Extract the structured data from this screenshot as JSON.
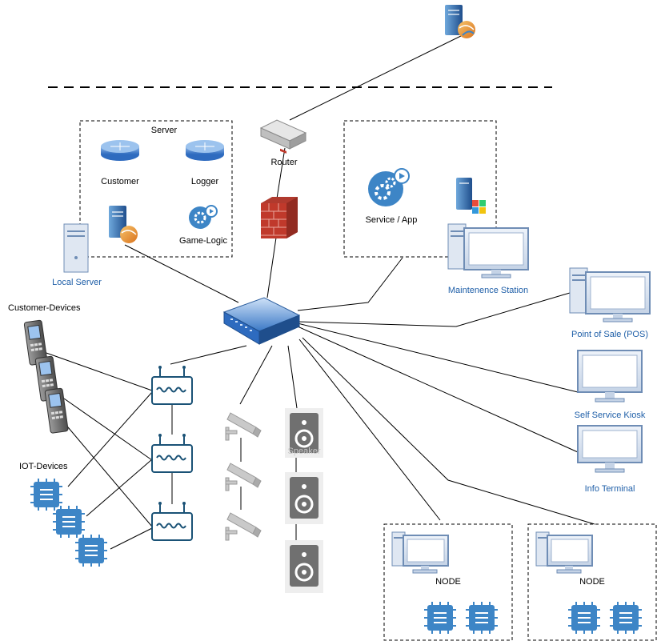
{
  "groups": {
    "server": "Server",
    "customer_devices": "Customer-Devices",
    "iot_devices": "IOT-Devices"
  },
  "nodes": {
    "customer_db": "Customer",
    "logger_db": "Logger",
    "game_logic": "Game-Logic",
    "local_server": "Local Server",
    "router": "Router",
    "service_app": "Service / App",
    "maintenance_station": "Maintenence Station",
    "pos": "Point of Sale (POS)",
    "kiosk": "Self Service Kiosk",
    "info_terminal": "Info Terminal",
    "node1": "NODE",
    "node2": "NODE",
    "speaker_faint": "Speaker"
  },
  "colors": {
    "link": "#1f5fa8",
    "chip": "#3d85c6",
    "wifi_stroke": "#1a5276"
  }
}
